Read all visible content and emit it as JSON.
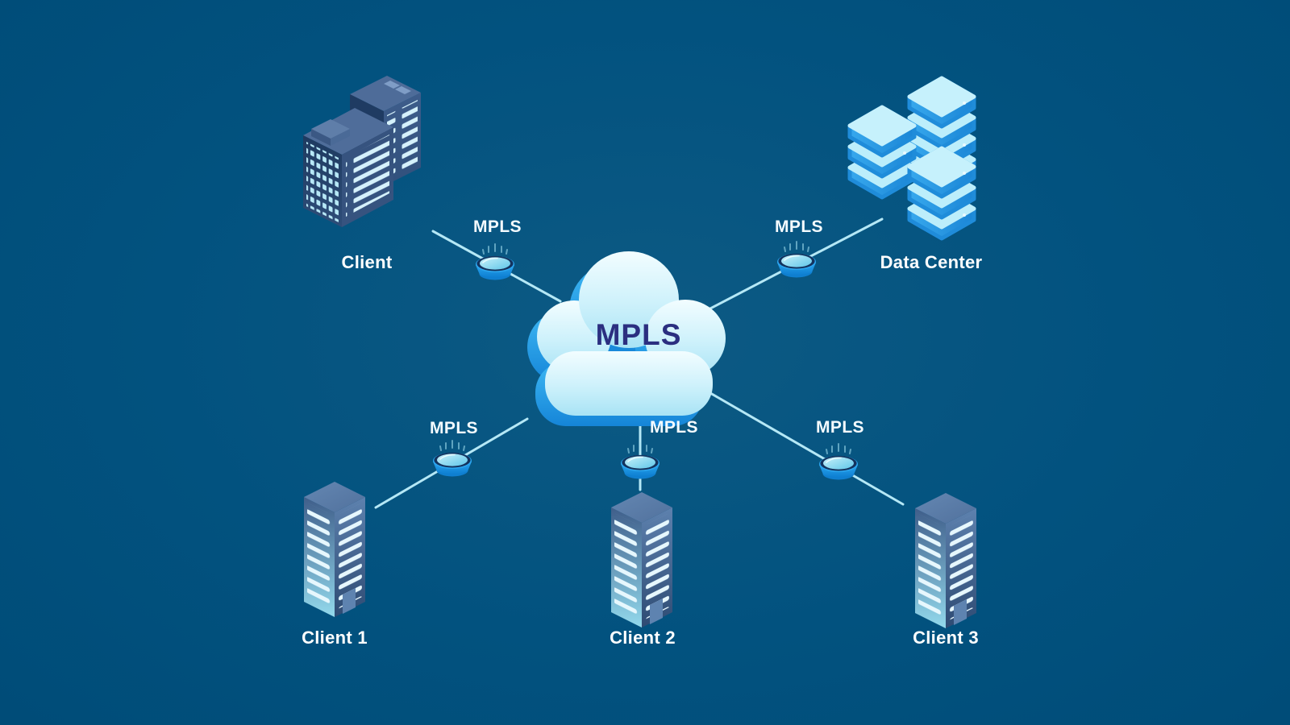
{
  "diagram": {
    "background_color": "#02527f",
    "line_color": "#b5e8f6",
    "accent_blue": "#1f97e6",
    "cloud": {
      "label": "MPLS",
      "label_color": "#2b2f80"
    },
    "nodes": [
      {
        "id": "client",
        "label": "Client"
      },
      {
        "id": "data-center",
        "label": "Data Center"
      },
      {
        "id": "client-1",
        "label": "Client 1"
      },
      {
        "id": "client-2",
        "label": "Client 2"
      },
      {
        "id": "client-3",
        "label": "Client 3"
      }
    ],
    "links": [
      {
        "from": "client",
        "to": "cloud",
        "label": "MPLS"
      },
      {
        "from": "cloud",
        "to": "data-center",
        "label": "MPLS"
      },
      {
        "from": "cloud",
        "to": "client-1",
        "label": "MPLS"
      },
      {
        "from": "cloud",
        "to": "client-2",
        "label": "MPLS"
      },
      {
        "from": "cloud",
        "to": "client-3",
        "label": "MPLS"
      }
    ]
  }
}
